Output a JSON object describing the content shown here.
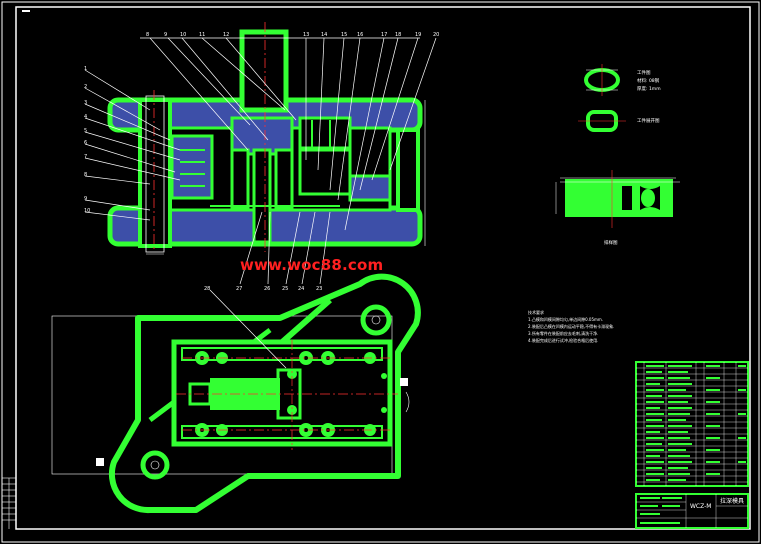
{
  "drawing": {
    "watermark": "www.woc88.com",
    "colors": {
      "background": "#000000",
      "frame": "#ffffff",
      "outline": "#33ff33",
      "fill_blue": "#3d4fa8",
      "centerline": "#ff3030",
      "leader": "#ffffff",
      "watermark": "#ff2020"
    },
    "title_block": {
      "drawing_number": "WCZ-M",
      "part_name": "拉深模具"
    }
  }
}
